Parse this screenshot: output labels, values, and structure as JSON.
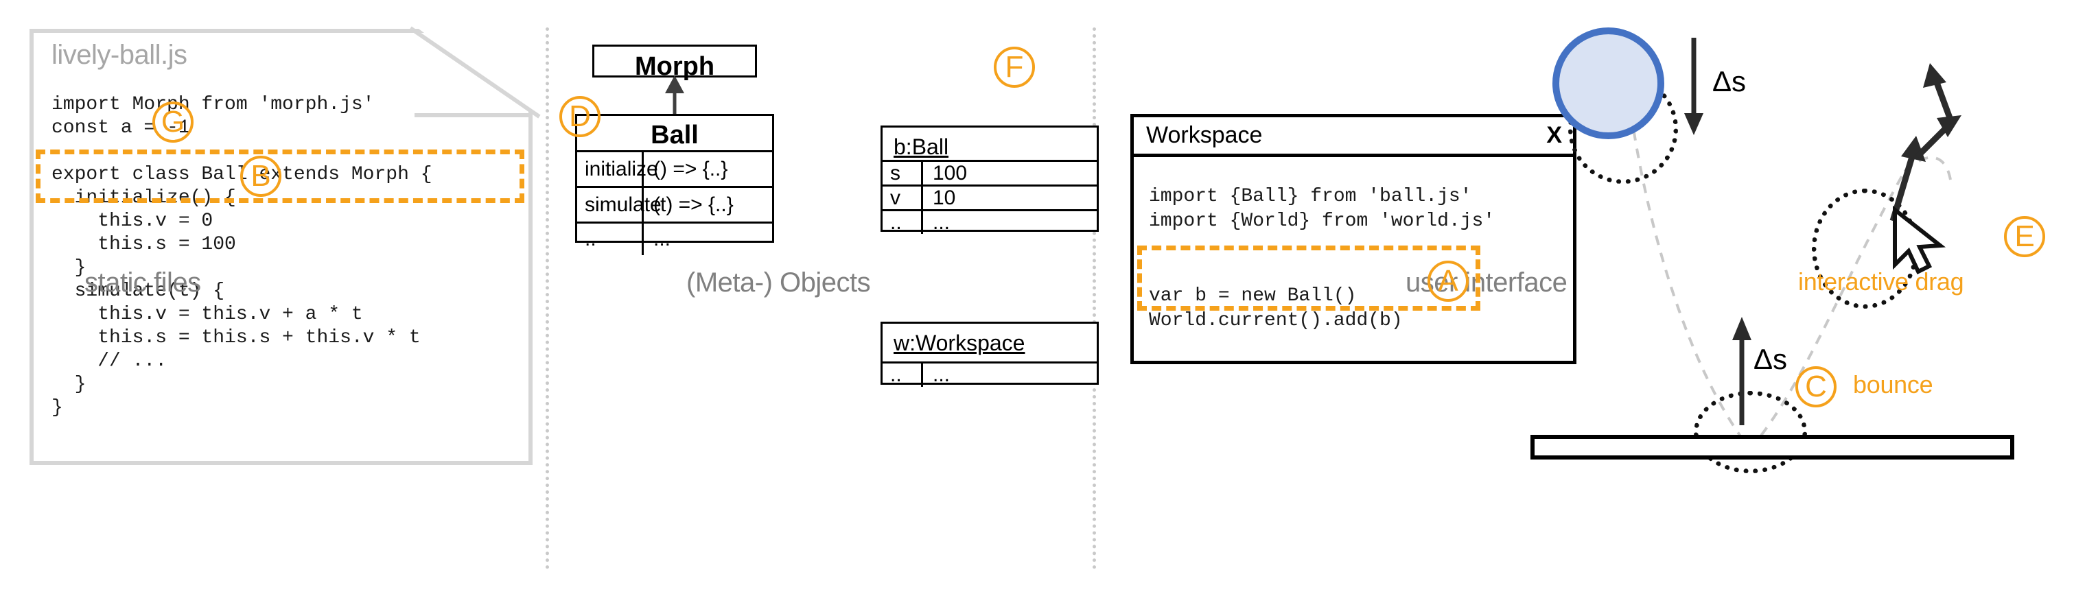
{
  "panels": {
    "left_caption": "static files",
    "middle_caption": "(Meta-) Objects",
    "right_caption": "user interface"
  },
  "file_card": {
    "filename": "lively-ball.js",
    "code_top": "import Morph from 'morph.js'\nconst a = -1\n\nexport class Ball extends Morph {\n  initialize() {\n    this.v = 0\n    this.s = 100\n  }\n  simulate(t) {\n    this.v = this.v + a * t\n    this.s = this.s + this.v * t\n    // ...\n  }\n}",
    "marker_g": "G",
    "marker_b": "B"
  },
  "uml": {
    "superclass": "Morph",
    "subclass": "Ball",
    "marker_d": "D",
    "methods": [
      {
        "name": "initialize",
        "signature": "() => {..}"
      },
      {
        "name": "simulate",
        "signature": "(t) => {..}"
      },
      {
        "name": "..",
        "signature": "..."
      }
    ]
  },
  "objects": {
    "marker_f": "F",
    "ball_instance": {
      "title": "b:Ball",
      "rows": [
        {
          "key": "s",
          "value": "100"
        },
        {
          "key": "v",
          "value": "10"
        },
        {
          "key": "..",
          "value": "..."
        }
      ]
    },
    "workspace_instance": {
      "title": "w:Workspace",
      "rows": [
        {
          "key": "..",
          "value": "..."
        }
      ]
    }
  },
  "workspace_window": {
    "title": "Workspace",
    "close_label": "X",
    "imports": "import {Ball} from 'ball.js'\nimport {World} from 'world.js'",
    "statements": "var b = new Ball()\nWorld.current().add(b)",
    "marker_a": "A"
  },
  "scene": {
    "delta_s_top": "Δs",
    "delta_s_bottom": "Δs",
    "marker_c": "C",
    "label_bounce": "bounce",
    "marker_e": "E",
    "label_drag": "interactive drag"
  },
  "colors": {
    "accent_orange": "#F5A11B",
    "ball_fill": "#D9E2F3",
    "ball_stroke": "#4472C4",
    "caption_gray": "#808080",
    "paper_gray": "#D6D6D6"
  }
}
